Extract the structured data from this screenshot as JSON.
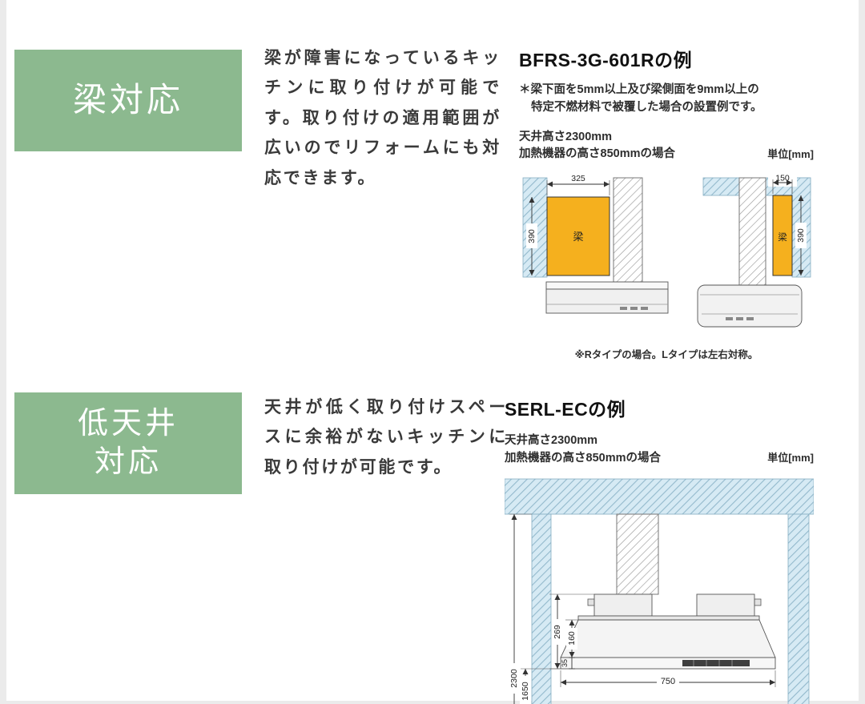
{
  "colors": {
    "badge_green": "#8cb98f",
    "beam_yellow": "#f5b01e",
    "hatch_blue": "#d6eaf4"
  },
  "sections": {
    "beam": {
      "badge": "梁対応",
      "description": "梁が障害になっているキッチンに取り付けが可能です。取り付けの適用範囲が広いのでリフォームにも対応できます。",
      "example_title": "BFRS-3G-601Rの例",
      "note_line1": "＊梁下面を5mm以上及び梁側面を9mm以上の",
      "note_line2": "特定不燃材料で被覆した場合の設置例です。",
      "condition_line1": "天井高さ2300mm",
      "condition_line2": "加熱機器の高さ850mmの場合",
      "unit_label": "単位[mm]",
      "footnote": "※Rタイプの場合。Lタイプは左右対称。",
      "diagram": {
        "beam_label": "梁",
        "left_beam_width_mm": "325",
        "left_beam_height_mm": "390",
        "right_beam_width_mm": "150",
        "right_beam_height_mm": "390"
      }
    },
    "low_ceiling": {
      "badge_line1": "低天井",
      "badge_line2": "対応",
      "description": "天井が低く取り付けスペースに余裕がないキッチンに取り付けが可能です。",
      "example_title": "SERL-ECの例",
      "condition_line1": "天井高さ2300mm",
      "condition_line2": "加熱機器の高さ850mmの場合",
      "unit_label": "単位[mm]",
      "diagram": {
        "hood_total_height_mm": "269",
        "canopy_height_mm": "160",
        "panel_height_mm": "35",
        "hood_width_mm": "750",
        "ceiling_height_mm": "2300",
        "floor_clearance_mm": "1650"
      }
    }
  }
}
